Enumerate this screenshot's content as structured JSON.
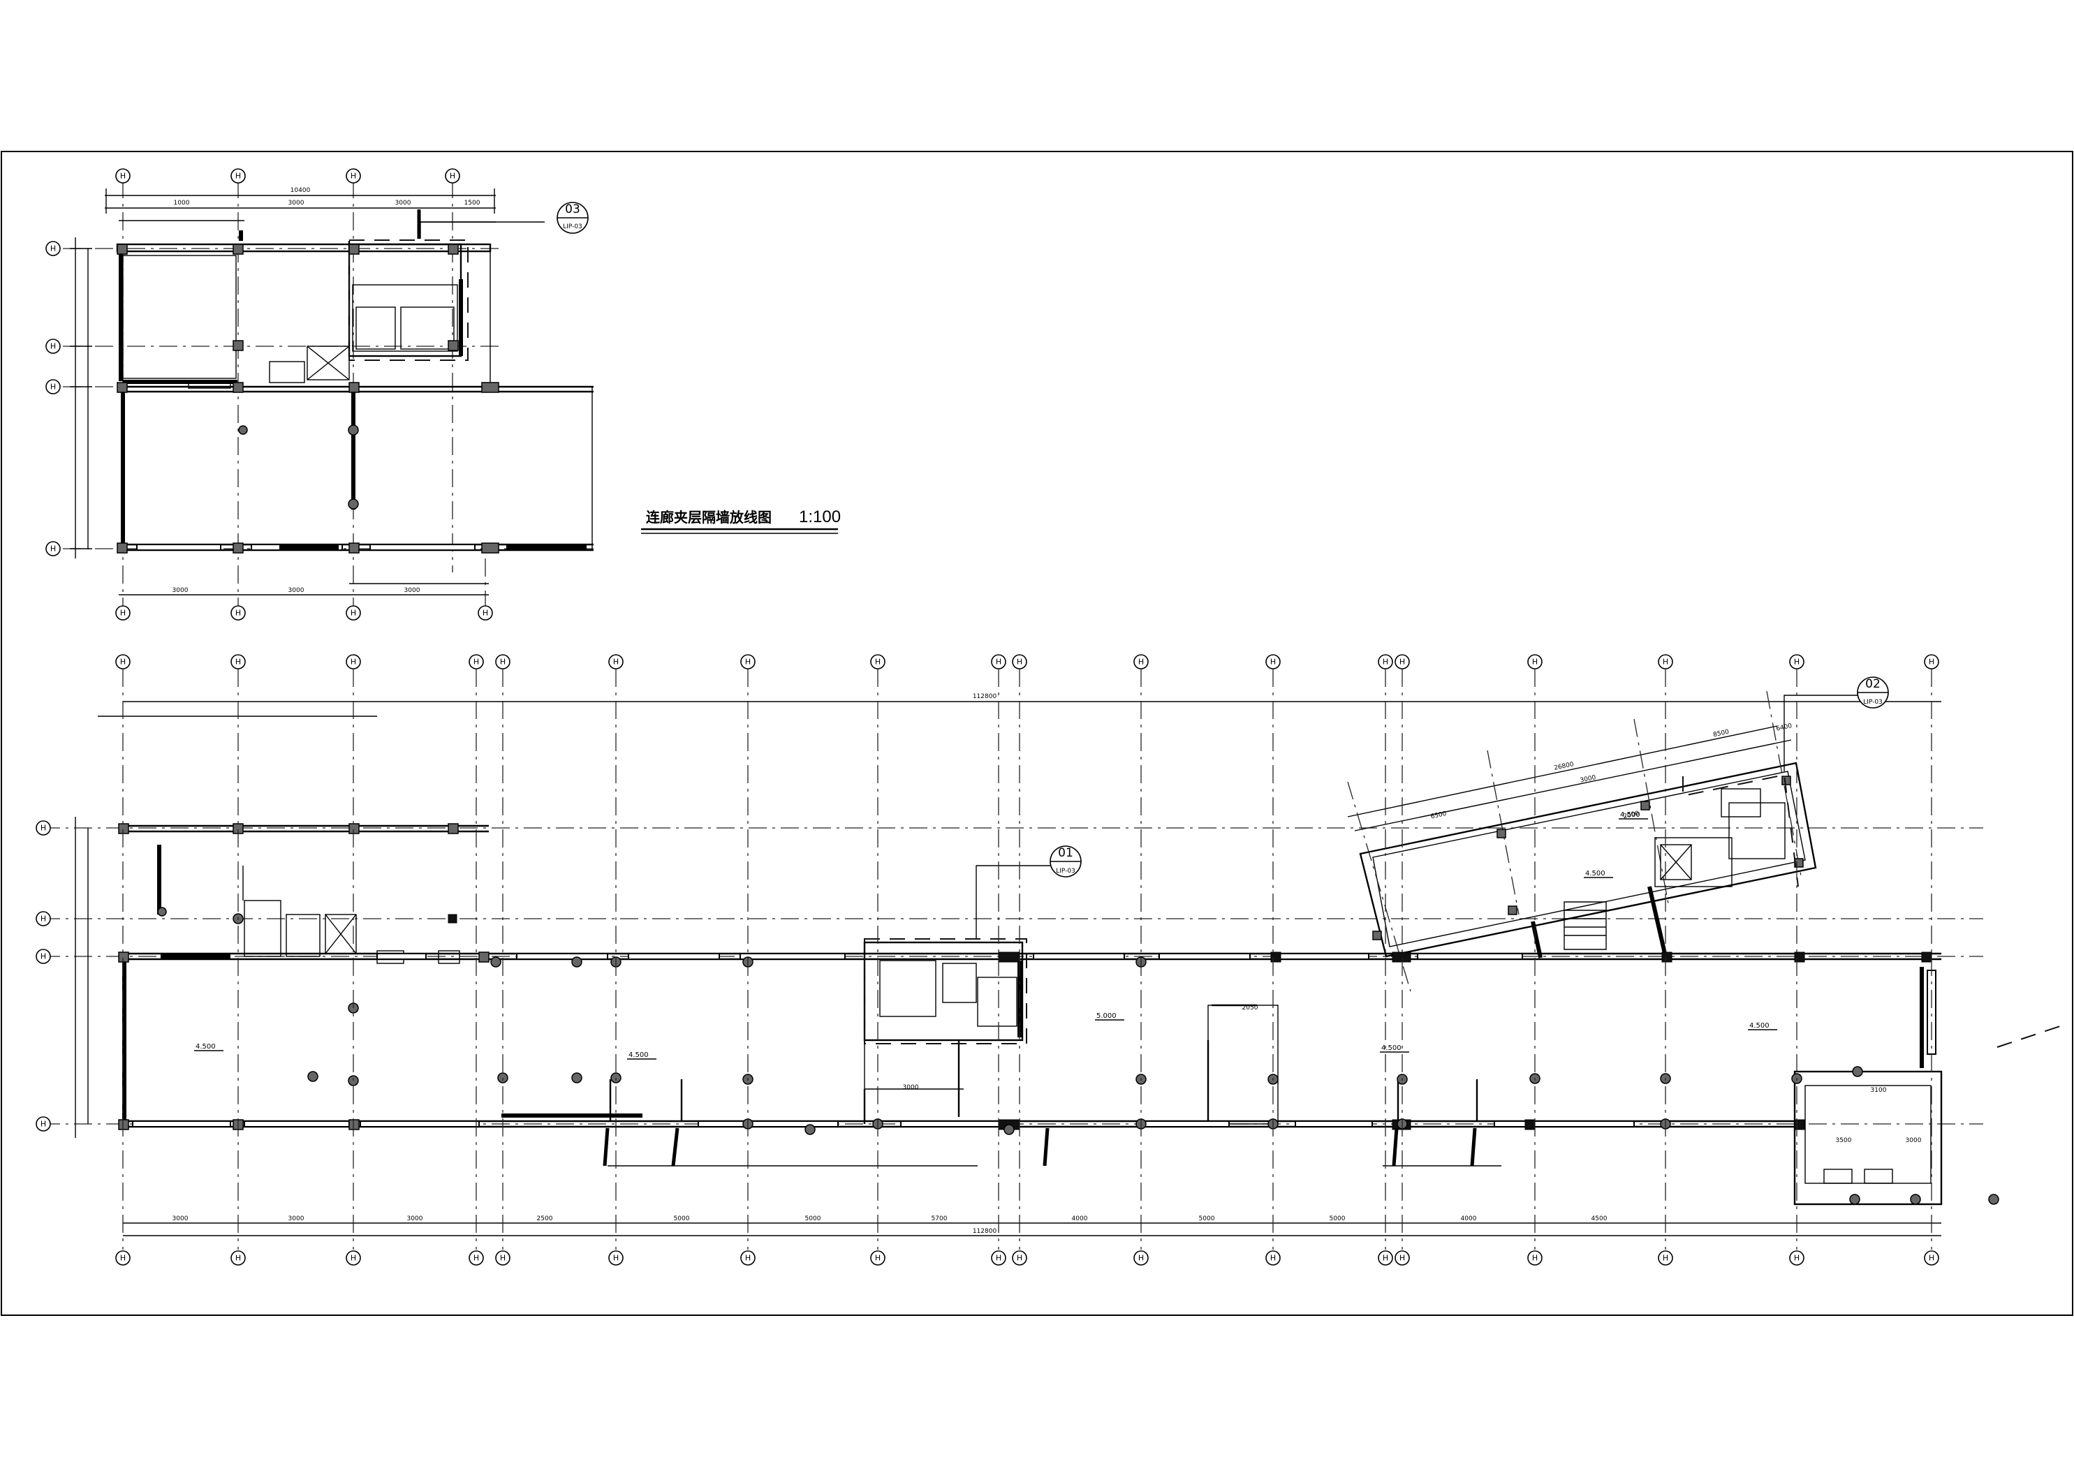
{
  "title": "连廊夹层隔墙放线图",
  "scale": "1:100",
  "callouts": [
    {
      "num": "03",
      "sheet": "LIP-03"
    },
    {
      "num": "01",
      "sheet": "LIP-03"
    },
    {
      "num": "02",
      "sheet": "LIP-03"
    }
  ],
  "top_plan": {
    "axis_labels": [
      "H",
      "H",
      "H",
      "H"
    ],
    "row_labels": [
      "H",
      "H",
      "H",
      "H"
    ],
    "overall_dim": "10400",
    "dims_top": [
      "1000",
      "3000",
      "3000",
      "1500"
    ],
    "dims_bottom": [
      "3000",
      "3000",
      "3000"
    ]
  },
  "main_plan": {
    "axis_labels": [
      "H",
      "H",
      "H",
      "H",
      "H",
      "H",
      "H",
      "H",
      "H",
      "H",
      "H",
      "H",
      "H",
      "H",
      "H",
      "H",
      "H",
      "H"
    ],
    "row_labels": [
      "H",
      "H",
      "H",
      "H"
    ],
    "overall_dim": "112800",
    "dims_bottom": [
      "3000",
      "3000",
      "3000",
      "2500",
      "5000",
      "5000",
      "5700",
      "4000",
      "5000",
      "5000",
      "4000",
      "4500"
    ],
    "rotated_dims": [
      "26800",
      "6500",
      "3000",
      "8500",
      "6400",
      "2000"
    ],
    "levels": [
      "4.500",
      "4.500",
      "5.000",
      "4.500",
      "4.500",
      "4.500",
      "4.500"
    ],
    "room_dims": [
      "3000",
      "2050",
      "3100",
      "3500",
      "3000"
    ]
  }
}
